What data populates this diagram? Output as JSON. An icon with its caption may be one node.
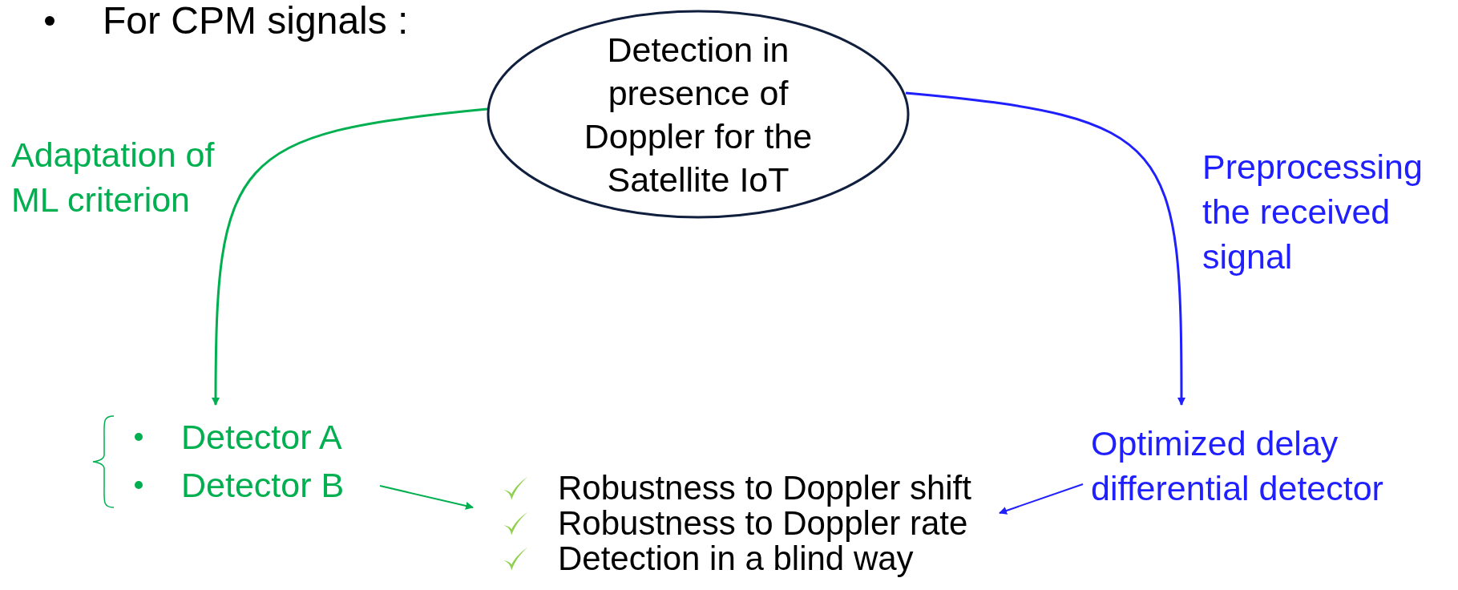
{
  "diagram": {
    "nodes": [
      {
        "text": [
          "Detection in presence of Doppler for the Satellite IoT"
        ]
      },
      {
        "text": [
          "Detector A",
          "Detector B"
        ]
      },
      {
        "text": [
          "Optimized delay differential detector"
        ]
      },
      {
        "text": [
          "Robustness to Doppler shift",
          "Robustness to Doppler rate",
          "Detection in a blind way"
        ]
      }
    ],
    "edges": [
      {
        "from": 0,
        "to": 1,
        "arrow": "to",
        "label": "Adaptation of ML criterion",
        "color": "#00b050"
      },
      {
        "from": 0,
        "to": 2,
        "arrow": "to",
        "label": "Preprocessing the received signal",
        "color": "#1f1fff"
      },
      {
        "from": 1,
        "to": 3,
        "arrow": "to",
        "color": "#00b050"
      },
      {
        "from": 2,
        "to": 3,
        "arrow": "to",
        "color": "#1f1fff"
      }
    ],
    "labels": [
      "For CPM signals :"
    ]
  }
}
